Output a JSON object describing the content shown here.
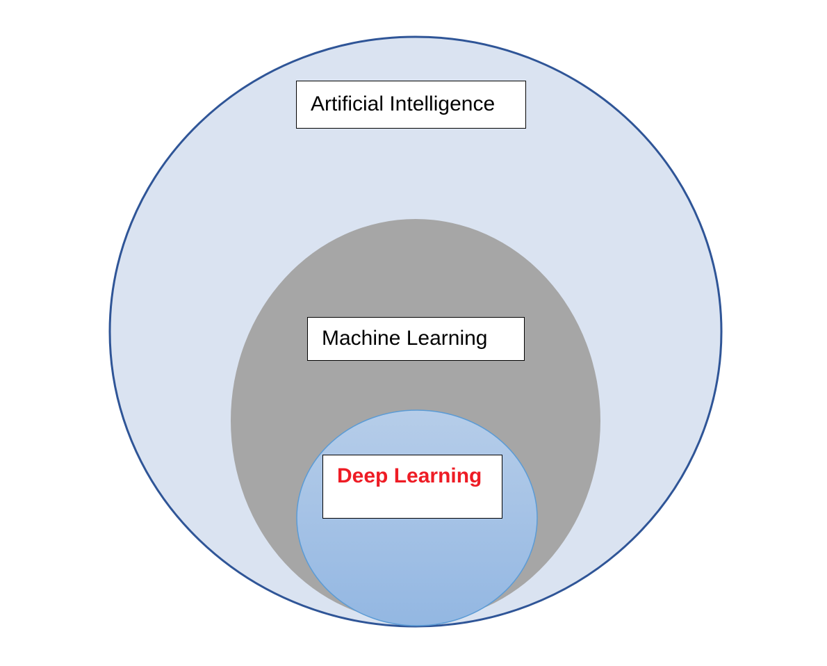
{
  "colors": {
    "ai_fill": "#dae3f1",
    "ai_stroke": "#2f5597",
    "ml_fill": "#a6a6a6",
    "dl_fill_top": "#b6cde9",
    "dl_fill_bottom": "#93b7e2",
    "dl_stroke": "#5b9bd5",
    "dl_text": "#ee1c25"
  },
  "labels": {
    "ai": "Artificial Intelligence",
    "ml": "Machine Learning",
    "dl": "Deep Learning"
  }
}
